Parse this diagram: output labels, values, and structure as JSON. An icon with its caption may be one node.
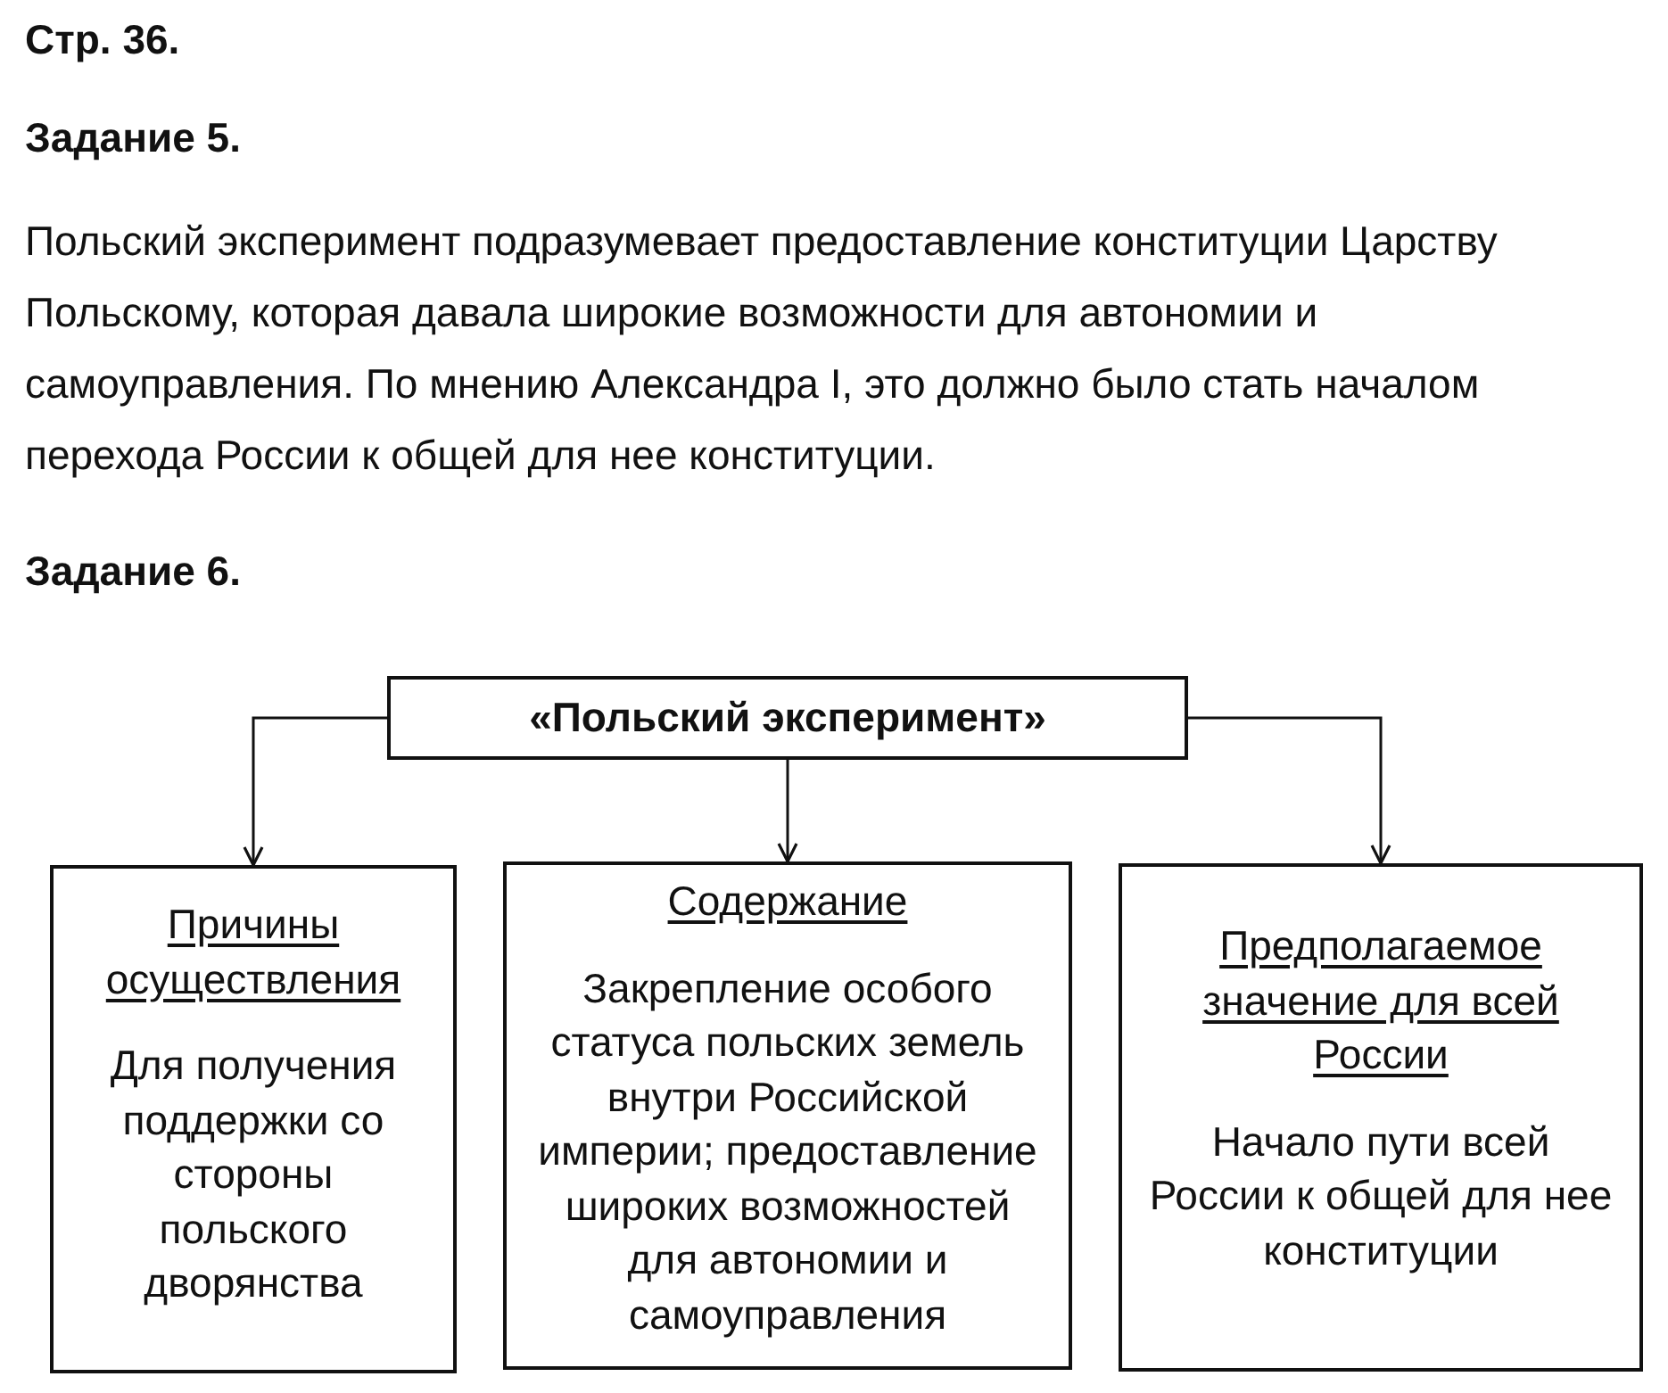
{
  "diagram": {
    "nodes": [
      {
        "text": [
          "«Польский эксперимент»"
        ]
      },
      {
        "text": [
          "Причины осуществления",
          "Для получения поддержки со стороны польского дворянства"
        ]
      },
      {
        "text": [
          "Содержание",
          "Закрепление особого статуса польских земель внутри Российской империи; предоставление широких возможностей для автономии и самоуправления"
        ]
      },
      {
        "text": [
          "Предполагаемое значение для всей России",
          "Начало пути всей России к общей для нее конституции"
        ]
      }
    ],
    "edges": [
      {
        "from": 0,
        "to": 1,
        "arrow": "to"
      },
      {
        "from": 0,
        "to": 2,
        "arrow": "to"
      },
      {
        "from": 0,
        "to": 3,
        "arrow": "to"
      }
    ],
    "labels": [
      "Стр. 36.",
      "Задание 5.",
      "Польский эксперимент подразумевает предоставление конституции Царству Польскому, которая давала широкие возможности для автономии и самоуправления. По мнению Александра I, это должно было стать началом перехода России к общей для нее конституции.",
      "Задание 6."
    ]
  }
}
